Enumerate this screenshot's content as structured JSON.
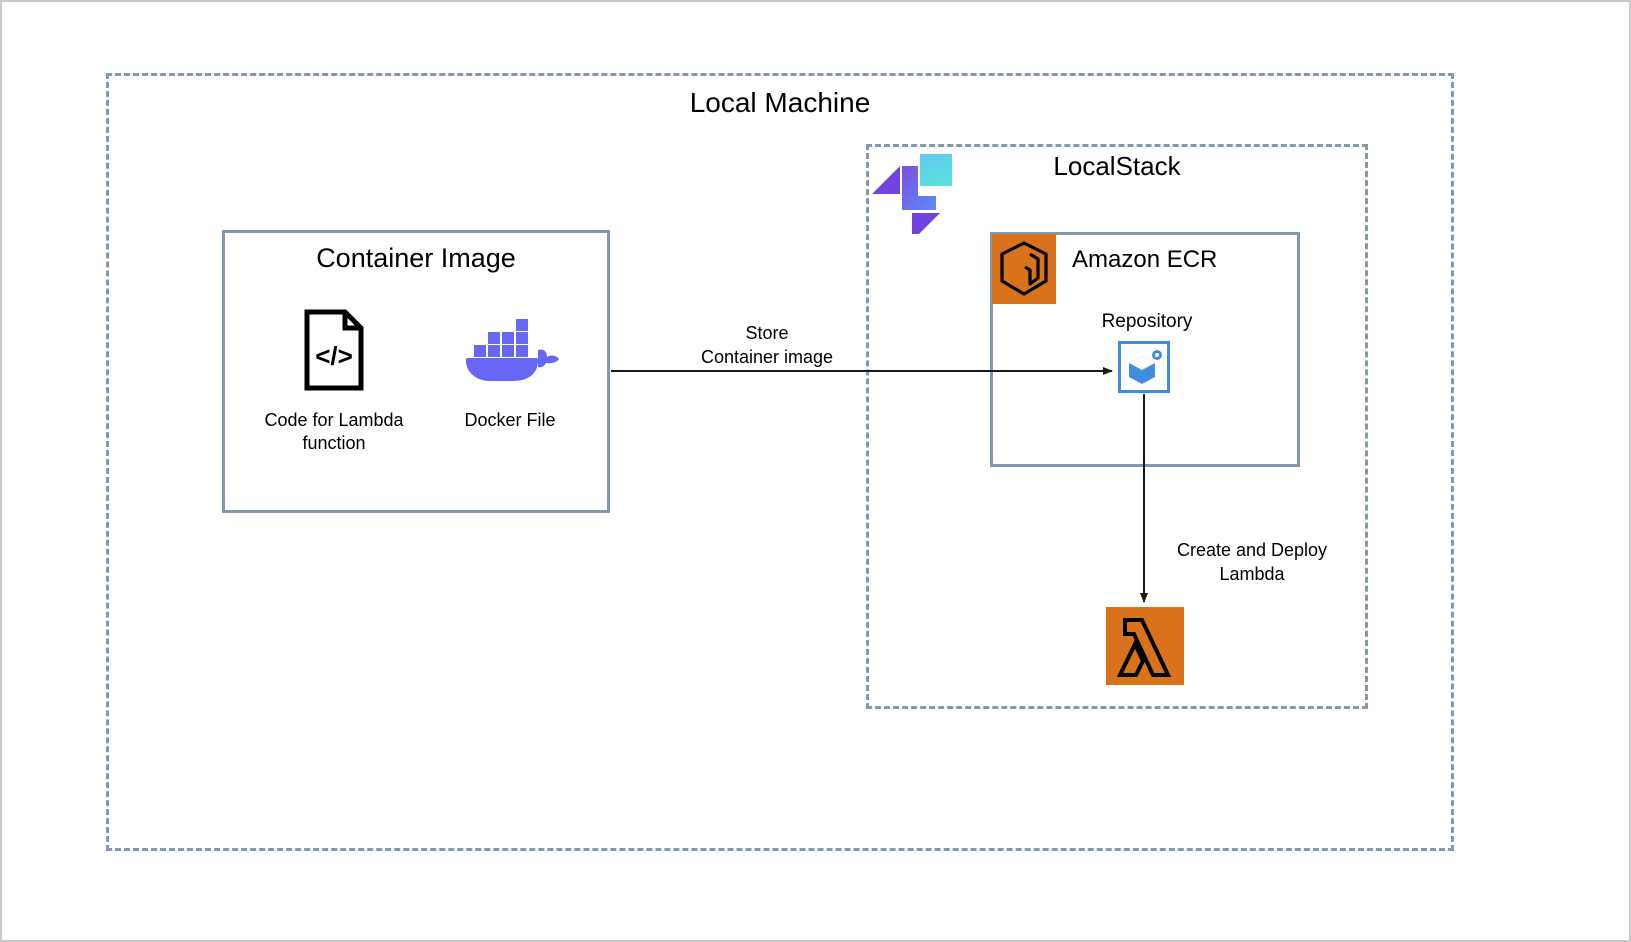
{
  "diagram": {
    "title": "Local Machine",
    "outer_frame": {
      "label": "Local Machine",
      "border_style": "dashed",
      "border_color": "#8496b0"
    },
    "localstack": {
      "title": "LocalStack",
      "logo_name": "localstack-logo",
      "border_style": "dashed",
      "border_color": "#8496b0",
      "logo_colors": {
        "purple": "#6a42d4",
        "blue": "#5b7cfa",
        "cyan": "#54d7e0"
      }
    },
    "container_image": {
      "title": "Container Image",
      "border_color": "#8496b0",
      "items": [
        {
          "icon": "code-file-icon",
          "label": "Code for Lambda function"
        },
        {
          "icon": "docker-whale-icon",
          "label": "Docker File",
          "color": "#6767f5"
        }
      ]
    },
    "ecr": {
      "title": "Amazon ECR",
      "icon": "amazon-ecr-icon",
      "icon_bg": "#d9731b",
      "border_color": "#8496b0",
      "repository": {
        "label": "Repository",
        "icon": "ecr-repository-icon",
        "border_color": "#3f8ce0",
        "fill_color": "#3f8ce0"
      }
    },
    "lambda": {
      "icon": "aws-lambda-icon",
      "icon_bg": "#d9731b",
      "glyph_color": "#000000"
    },
    "arrows": [
      {
        "name": "store-container-image-arrow",
        "label": "Store\nContainer image",
        "from": "container-image",
        "to": "ecr-repository",
        "direction": "right"
      },
      {
        "name": "create-deploy-lambda-arrow",
        "label": "Create and Deploy Lambda",
        "label_lines": "Create and Deploy\nLambda",
        "from": "ecr-repository",
        "to": "lambda",
        "direction": "down"
      }
    ]
  }
}
